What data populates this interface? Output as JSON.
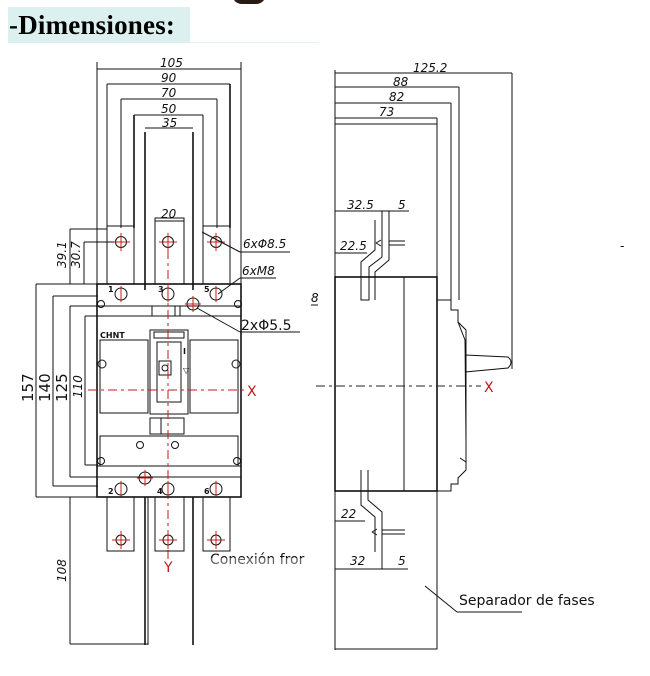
{
  "heading": "-Dimensiones:",
  "front_view": {
    "top_widths": [
      "105",
      "90",
      "70",
      "50",
      "35"
    ],
    "terminal_width": "20",
    "height_top_dims": [
      "39.1",
      "30.7"
    ],
    "height_dims": [
      "157",
      "140",
      "125",
      "110"
    ],
    "bottom_extension": "108",
    "callouts": {
      "holes_busbar": "6xΦ8.5",
      "threads": "6xM8",
      "mount_holes": "2xΦ5.5"
    },
    "brand": "CHNT",
    "terminal_numbers": [
      "1",
      "3",
      "5",
      "2",
      "4",
      "6"
    ],
    "axis_x": "X",
    "axis_y": "Y",
    "caption_clipped": "Conexión fror"
  },
  "side_view": {
    "top_depths": [
      "125.2",
      "88",
      "82",
      "73"
    ],
    "upper_terminal_dims": [
      "32.5",
      "5",
      "22.5"
    ],
    "lower_terminal_dims": [
      "22",
      "32",
      "5"
    ],
    "side_mark": "8",
    "axis_x": "X",
    "separator_label": "Separador de fases"
  },
  "colors": {
    "heading_band": "#dcf0f0",
    "centerline": "#d01818",
    "line": "#111111"
  }
}
